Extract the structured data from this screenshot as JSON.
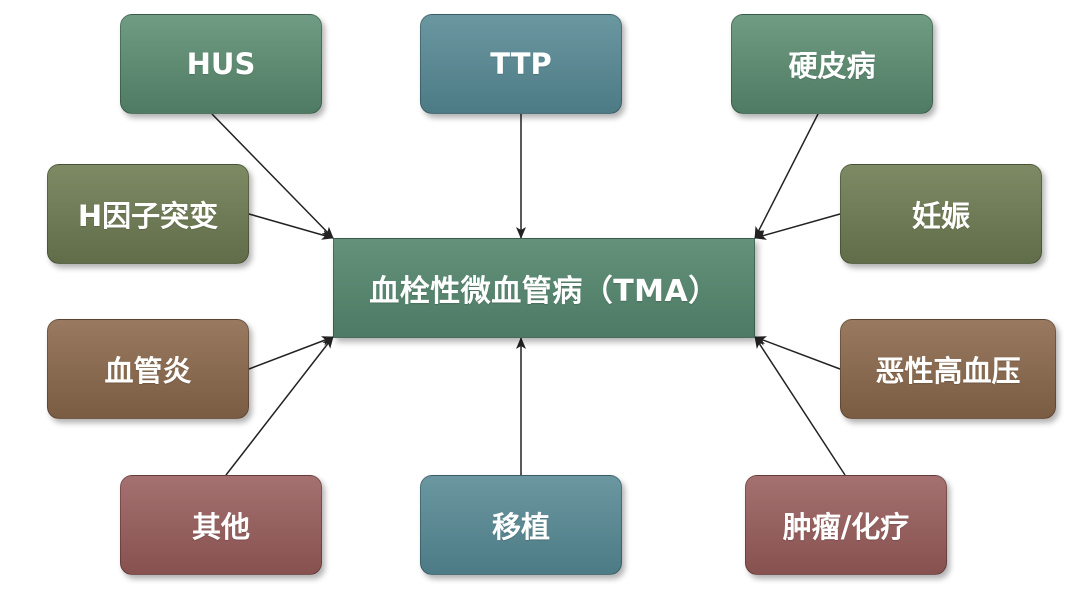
{
  "center": {
    "label": "血栓性微血管病（TMA）"
  },
  "boxes": {
    "hus": "HUS",
    "ttp": "TTP",
    "scleroderma": "硬皮病",
    "factor_h": "H因子突变",
    "pregnancy": "妊娠",
    "vasculitis": "血管炎",
    "malignant_hypertension": "恶性高血压",
    "other": "其他",
    "transplant": "移植",
    "tumor_chemo": "肿瘤/化疗"
  },
  "colors": {
    "green": "#5e8a72",
    "teal": "#5a8891",
    "olive": "#6f7b56",
    "brown": "#8a6b52",
    "red": "#95605f",
    "center": "#5a8670",
    "arrow": "#222222"
  }
}
